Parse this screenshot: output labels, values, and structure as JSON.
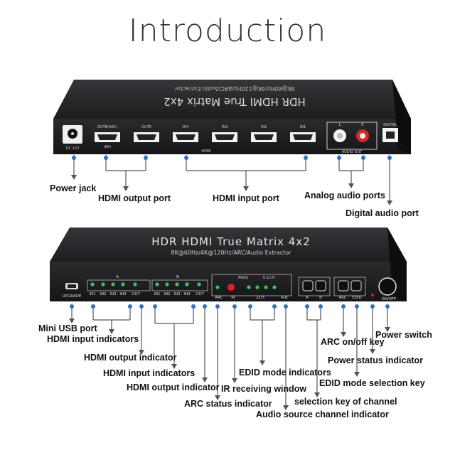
{
  "title": "Introduction",
  "rear_panel": {
    "product_text_top": "HDR HDMI True Matrix 4x2",
    "spec_text_top": "8K@60Hz/4K@120Hz/ARC/Audio Extractor",
    "port_labels": [
      "DC 12V",
      "OUTB(ARC)",
      "(8K)",
      "OUTA",
      "IN4",
      "IN3",
      "IN2",
      "IN1",
      "HDMI",
      "L",
      "R",
      "AUDIO OUT",
      "DIGITAL"
    ],
    "callouts": [
      "Power jack",
      "HDMI output port",
      "HDMI input port",
      "Analog audio ports",
      "Digital audio port"
    ]
  },
  "front_panel": {
    "product_text": "HDR HDMI True Matrix 4x2",
    "spec_text": "8K@60Hz/4K@120Hz/ARC/Audio Extractor",
    "panel_labels": [
      "UPGRADE",
      "A",
      "IN1",
      "IN2",
      "IN3",
      "IN4",
      "OUT",
      "B",
      "IN1",
      "IN2",
      "IN3",
      "IN4",
      "OUT",
      "PASS",
      "5.1CH",
      "ARC",
      "IR",
      "2CH",
      "A-B",
      "A",
      "B",
      "ARC",
      "EDID",
      "ON/OFF"
    ],
    "callouts": [
      "Mini USB port",
      "HDMI input indicators",
      "HDMI output indicator",
      "HDMI input indicators",
      "HDMI output indicator",
      "ARC status indicator",
      "IR receiving window",
      "EDID mode indicators",
      "Audio source channel indicator",
      "selection key of channel",
      "ARC on/off key",
      "EDID mode selection key",
      "Power status indicator",
      "Power switch"
    ]
  },
  "colors": {
    "device_body": "#1c1c1e",
    "device_top": "#2a2a2d",
    "led_green": "#35c95a",
    "led_red": "#e0202a",
    "callout_blue": "#2a6fd6",
    "callout_line": "#555555"
  }
}
